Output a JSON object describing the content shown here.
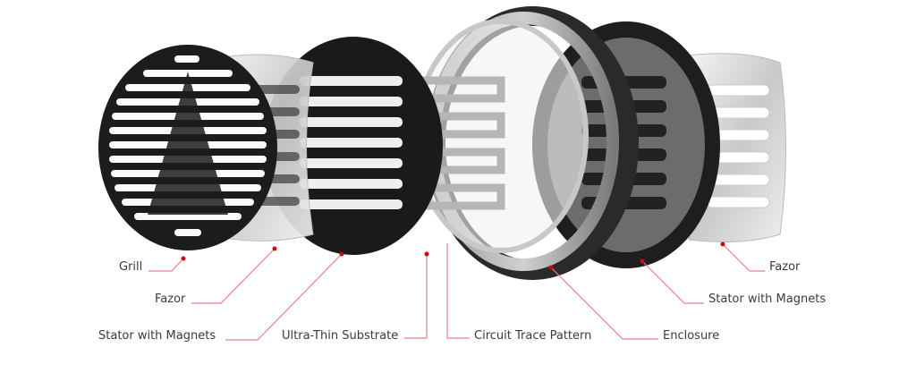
{
  "diagram": {
    "labels": {
      "grill": "Grill",
      "fazor_left": "Fazor",
      "stator_left": "Stator with Magnets",
      "substrate": "Ultra-Thin Substrate",
      "circuit": "Circuit Trace Pattern",
      "enclosure": "Enclosure",
      "stator_right": "Stator with Magnets",
      "fazor_right": "Fazor"
    },
    "colors": {
      "accent": "#d0021b",
      "leader": "#e8808c"
    }
  }
}
